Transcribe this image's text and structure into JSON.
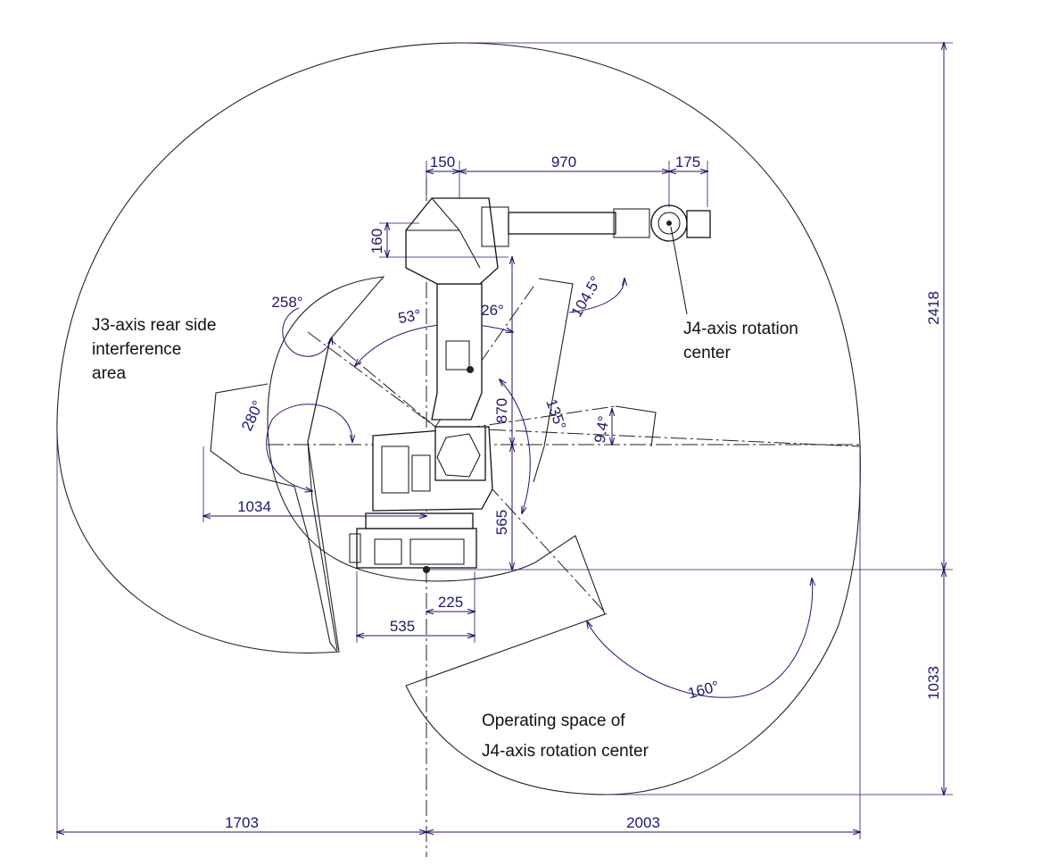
{
  "labels": {
    "j3_interference": [
      "J3-axis rear side",
      "interference",
      "area"
    ],
    "j4_center": [
      "J4-axis rotation",
      "center"
    ],
    "operating_space": [
      "Operating space of",
      "J4-axis rotation center"
    ]
  },
  "dimensions": {
    "d150": "150",
    "d970": "970",
    "d175": "175",
    "d160": "160",
    "d870": "870",
    "d565": "565",
    "d1034": "1034",
    "d225": "225",
    "d535": "535",
    "d1703": "1703",
    "d2003": "2003",
    "d2418": "2418",
    "d1033": "1033"
  },
  "angles": {
    "a258": "258°",
    "a53": "53°",
    "a26": "26°",
    "a104_5": "104.5°",
    "a280": "280°",
    "a135": "135°",
    "a9_4": "9.4°",
    "a160": "160°"
  },
  "colors": {
    "dimension": "#1a1a6e",
    "outline": "#222222"
  }
}
